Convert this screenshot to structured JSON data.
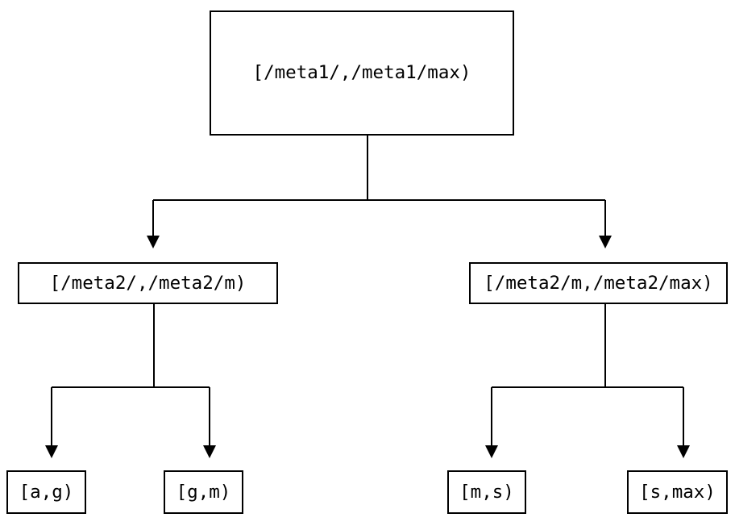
{
  "colors": {
    "background": "#ffffff",
    "line": "#000000",
    "text": "#000000"
  },
  "nodes": {
    "root": {
      "label": "[/meta1/,/meta1/max)"
    },
    "meta2_low": {
      "label": "[/meta2/,/meta2/m)"
    },
    "meta2_high": {
      "label": "[/meta2/m,/meta2/max)"
    },
    "leaf_a_g": {
      "label": "[a,g)"
    },
    "leaf_g_m": {
      "label": "[g,m)"
    },
    "leaf_m_s": {
      "label": "[m,s)"
    },
    "leaf_s_max": {
      "label": "[s,max)"
    }
  },
  "edges": [
    {
      "from": "root",
      "to": "meta2_low"
    },
    {
      "from": "root",
      "to": "meta2_high"
    },
    {
      "from": "meta2_low",
      "to": "leaf_a_g"
    },
    {
      "from": "meta2_low",
      "to": "leaf_g_m"
    },
    {
      "from": "meta2_high",
      "to": "leaf_m_s"
    },
    {
      "from": "meta2_high",
      "to": "leaf_s_max"
    }
  ]
}
